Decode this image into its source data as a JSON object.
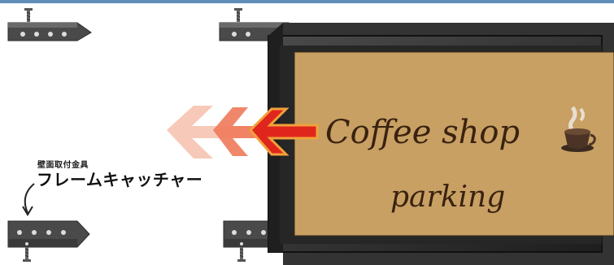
{
  "sign": {
    "line1": "Coffee shop",
    "line2": "parking"
  },
  "callout": {
    "subtitle": "壁面取付金具",
    "title": "フレームキャッチャー"
  },
  "icons": [
    "screw-icon",
    "coffee-cup-icon",
    "arrow-icon"
  ],
  "colors": {
    "header_bar": "#5f8fb8",
    "frame": "#2c2c2c",
    "sign_panel": "#c8a063",
    "arrow": "#e0261c",
    "bracket": "#4a4a4a"
  }
}
